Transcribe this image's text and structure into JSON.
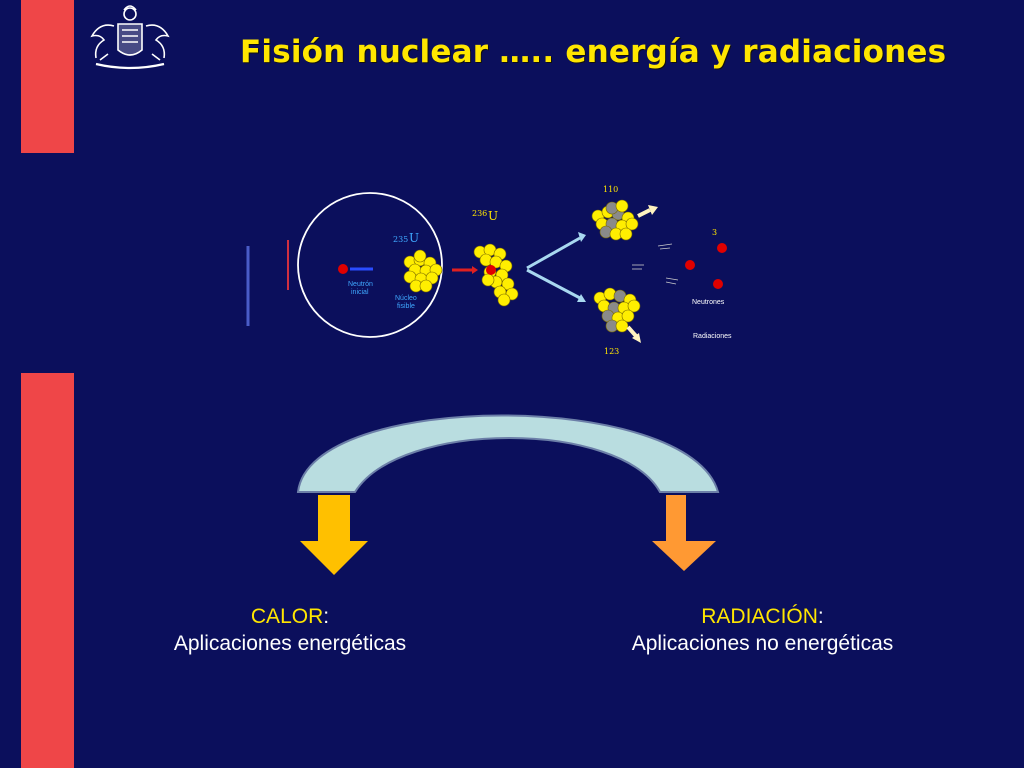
{
  "title": "Fisión  nuclear ….. energía y radiaciones",
  "diagram": {
    "u235_mass": "235",
    "u235_symbol": "U",
    "u236_mass": "236",
    "u236_symbol": "U",
    "neutron_label_line1": "Neutrón",
    "neutron_label_line2": "inicial",
    "nucleus_label_line1": "Núcleo",
    "nucleus_label_line2": "fisible",
    "fragment_top": "110",
    "fragment_bottom": "123",
    "neutron_count": "3",
    "neutrons_label": "Neutrones",
    "radiation_label": "Radiaciones"
  },
  "captions": {
    "left_head": "CALOR",
    "left_line": "Aplicaciones energéticas",
    "right_head": "RADIACIÓN",
    "right_line": "Aplicaciones no energéticas",
    "colon": ":"
  },
  "colors": {
    "background": "#0b0f5c",
    "side_bar": "#ef4648",
    "title": "#ffe600",
    "arch_fill": "#b9dde0",
    "arrow_left": "#ffc000",
    "arrow_right": "#ff9933",
    "nucleon": "#ffee00",
    "neutron": "#e00000"
  }
}
